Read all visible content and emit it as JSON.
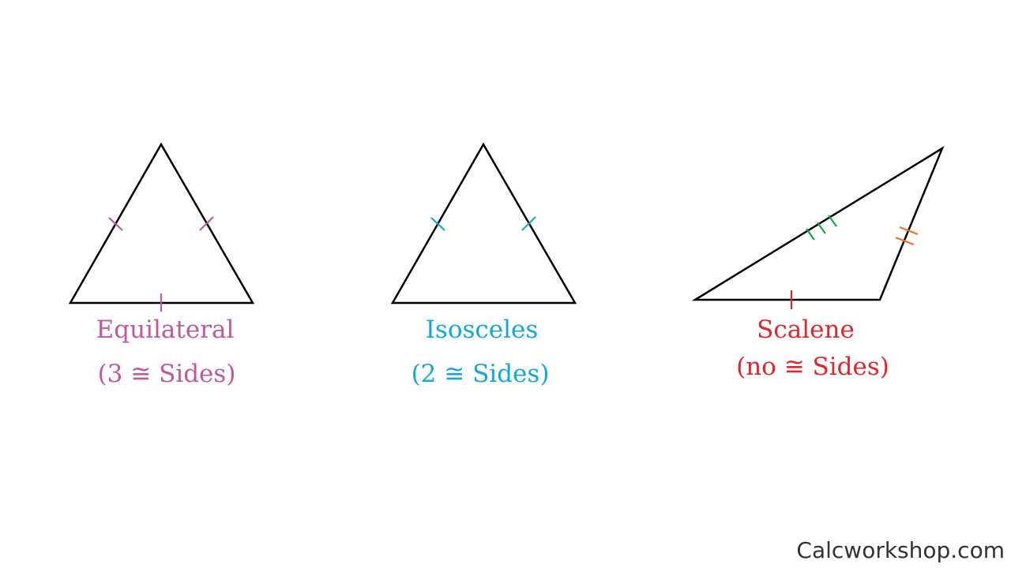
{
  "colors": {
    "outline": "#000000",
    "equilateral": "#c0589c",
    "isosceles": "#12a8d8",
    "scalene": "#e0262d",
    "scalene_double_tick": "#f07028",
    "scalene_triple_tick": "#10a84c"
  },
  "triangles": [
    {
      "name": "Equilateral",
      "subtitle": "(3 ≅ Sides)"
    },
    {
      "name": "Isosceles",
      "subtitle": "(2 ≅ Sides)"
    },
    {
      "name": "Scalene",
      "subtitle": "(no ≅ Sides)"
    }
  ],
  "watermark": "Calcworkshop.com"
}
